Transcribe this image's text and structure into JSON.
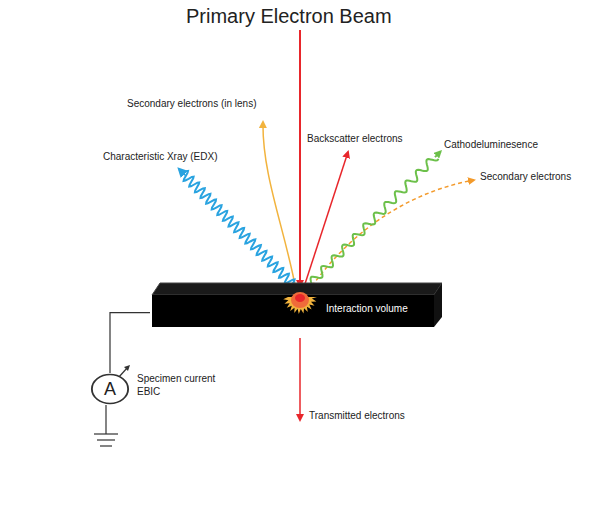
{
  "diagram": {
    "title": "Primary Electron Beam",
    "nodes": [
      {
        "text": [
          "Interaction volume"
        ]
      },
      {
        "text": [
          "A"
        ]
      }
    ],
    "edges": [
      {
        "from": 0,
        "to": 1,
        "arrow": "none"
      }
    ],
    "labels": [
      "Secondary electrons (in lens)",
      "Characteristic Xray (EDX)",
      "Backscatter electrons",
      "Cathodeluminesence",
      "Secondary electrons",
      "Specimen current",
      "EBIC",
      "Transmitted electrons"
    ]
  }
}
